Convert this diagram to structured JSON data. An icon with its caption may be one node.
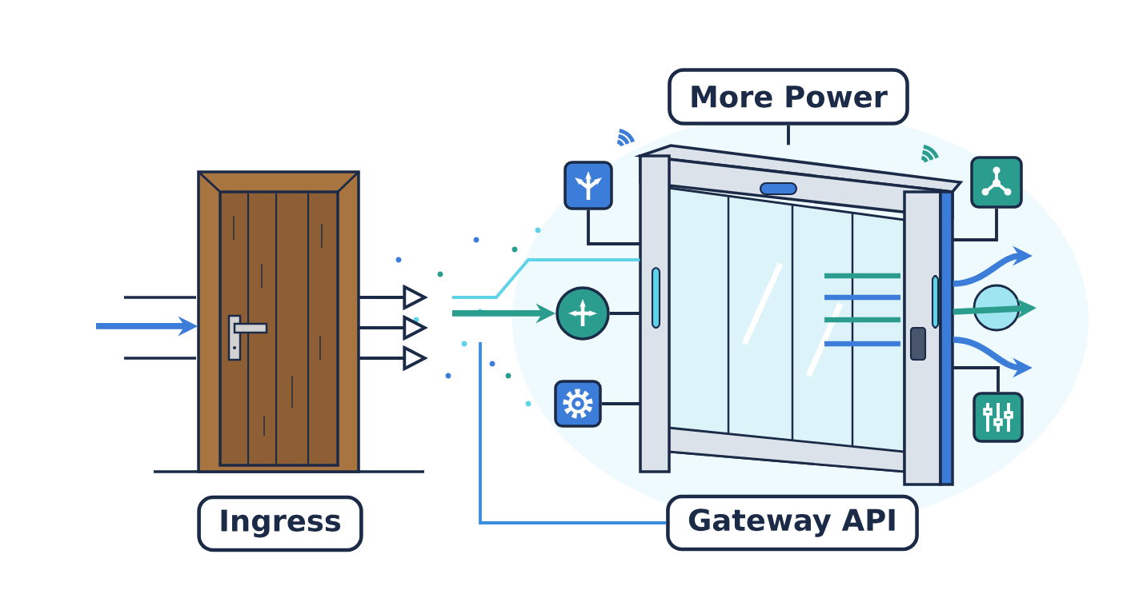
{
  "diagram": {
    "nodes": [
      {
        "text": [
          "More Power"
        ]
      },
      {
        "text": [],
        "shape": "picture"
      },
      {
        "text": [],
        "shape": "box"
      },
      {
        "text": [],
        "shape": "circle"
      },
      {
        "text": [],
        "shape": "box"
      },
      {
        "text": [],
        "shape": "picture"
      },
      {
        "text": [],
        "shape": "box"
      },
      {
        "text": [],
        "shape": "box"
      },
      {
        "text": [
          "Ingress"
        ]
      },
      {
        "text": [
          "Gateway API"
        ]
      }
    ],
    "edges": [
      {
        "from": 0,
        "to": 5,
        "arrow": "none"
      },
      {
        "from": 2,
        "to": 5,
        "arrow": "none"
      },
      {
        "from": 3,
        "to": 5,
        "arrow": "none"
      },
      {
        "from": 4,
        "to": 5,
        "arrow": "none"
      },
      {
        "from": 6,
        "to": 5,
        "arrow": "none"
      },
      {
        "from": 7,
        "to": 5,
        "arrow": "none"
      },
      {
        "from": null,
        "to": 1,
        "arrow": "to",
        "style": "thick",
        "color": "#3b7dd8"
      },
      {
        "from": 1,
        "to": null,
        "arrow": "to"
      },
      {
        "from": 1,
        "to": null,
        "arrow": "to"
      },
      {
        "from": 1,
        "to": null,
        "arrow": "to"
      },
      {
        "from": null,
        "to": 3,
        "arrow": "to",
        "style": "thick",
        "color": "#2a9d8f"
      },
      {
        "from": null,
        "to": 5,
        "arrow": "none",
        "color": "#5fd3e8"
      },
      {
        "from": null,
        "to": 9,
        "arrow": "none",
        "color": "#3a8ee0"
      },
      {
        "from": 5,
        "to": null,
        "arrow": "to",
        "style": "thick",
        "color": "#3b7dd8"
      },
      {
        "from": 5,
        "to": null,
        "arrow": "to",
        "style": "thick",
        "color": "#2a9d8f"
      },
      {
        "from": 5,
        "to": null,
        "arrow": "to",
        "style": "thick",
        "color": "#3b7dd8"
      }
    ]
  }
}
